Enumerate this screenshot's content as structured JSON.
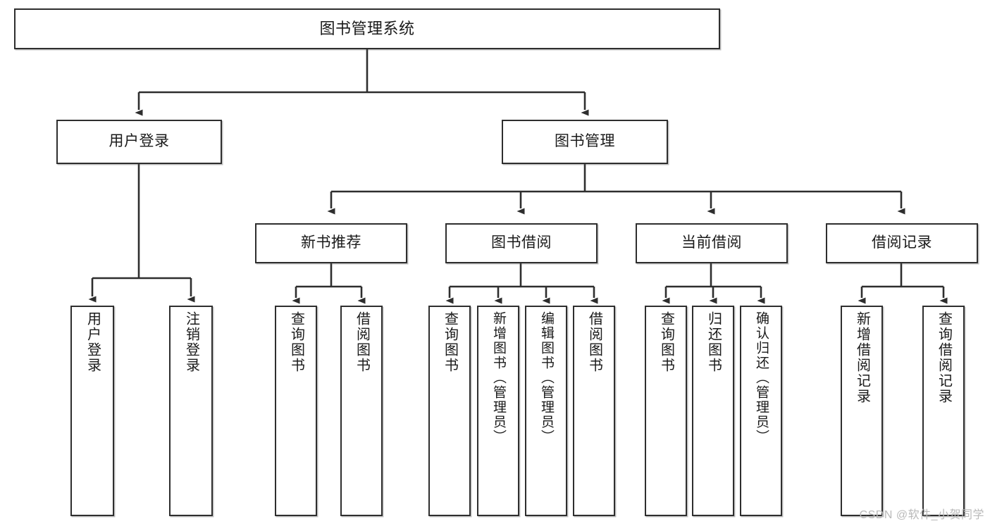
{
  "diagram": {
    "title": "图书管理系统",
    "type": "tree",
    "colors": {
      "border": "#2e2e2e",
      "fill": "#ffffff",
      "edge": "#2e2e2e",
      "text": "#1a1a1a",
      "watermark": "#b9b9b9"
    },
    "root": {
      "label": "图书管理系统"
    },
    "level2": [
      {
        "label": "用户登录"
      },
      {
        "label": "图书管理"
      }
    ],
    "level3": [
      {
        "label": "新书推荐"
      },
      {
        "label": "图书借阅"
      },
      {
        "label": "当前借阅"
      },
      {
        "label": "借阅记录"
      }
    ],
    "leaves_user_login": [
      {
        "label": "用户登录"
      },
      {
        "label": "注销登录"
      }
    ],
    "leaves_new_book": [
      {
        "label": "查询图书"
      },
      {
        "label": "借阅图书"
      }
    ],
    "leaves_borrow": [
      {
        "label": "查询图书"
      },
      {
        "label": "新增图书（管理员）"
      },
      {
        "label": "编辑图书（管理员）"
      },
      {
        "label": "借阅图书"
      }
    ],
    "leaves_current": [
      {
        "label": "查询图书"
      },
      {
        "label": "归还图书"
      },
      {
        "label": "确认归还（管理员）"
      }
    ],
    "leaves_records": [
      {
        "label": "新增借阅记录"
      },
      {
        "label": "查询借阅记录"
      }
    ]
  },
  "watermark": {
    "text": "CSDN @软件_小贺同学"
  }
}
